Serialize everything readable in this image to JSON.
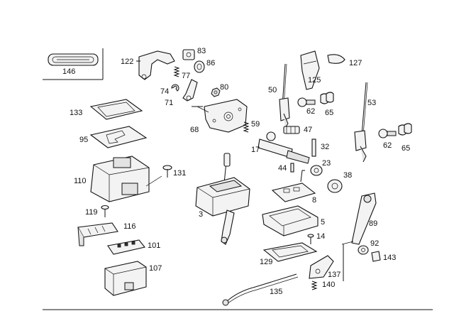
{
  "diagram": {
    "callouts": {
      "c146": "146",
      "c122": "122",
      "c83": "83",
      "c86": "86",
      "c77": "77",
      "c74": "74",
      "c71": "71",
      "c80": "80",
      "c68": "68",
      "c133": "133",
      "c95": "95",
      "c110": "110",
      "c131": "131",
      "c119": "119",
      "c116": "116",
      "c101": "101",
      "c107": "107",
      "c127": "127",
      "c125": "125",
      "c50": "50",
      "c62a": "62",
      "c65a": "65",
      "c53": "53",
      "c62b": "62",
      "c65b": "65",
      "c59": "59",
      "c47": "47",
      "c17": "17",
      "c32": "32",
      "c44": "44",
      "c23": "23",
      "c38": "38",
      "c3": "3",
      "c8": "8",
      "c5": "5",
      "c14": "14",
      "c89": "89",
      "c92": "92",
      "c143": "143",
      "c129": "129",
      "c137": "137",
      "c140": "140",
      "c135": "135"
    }
  }
}
